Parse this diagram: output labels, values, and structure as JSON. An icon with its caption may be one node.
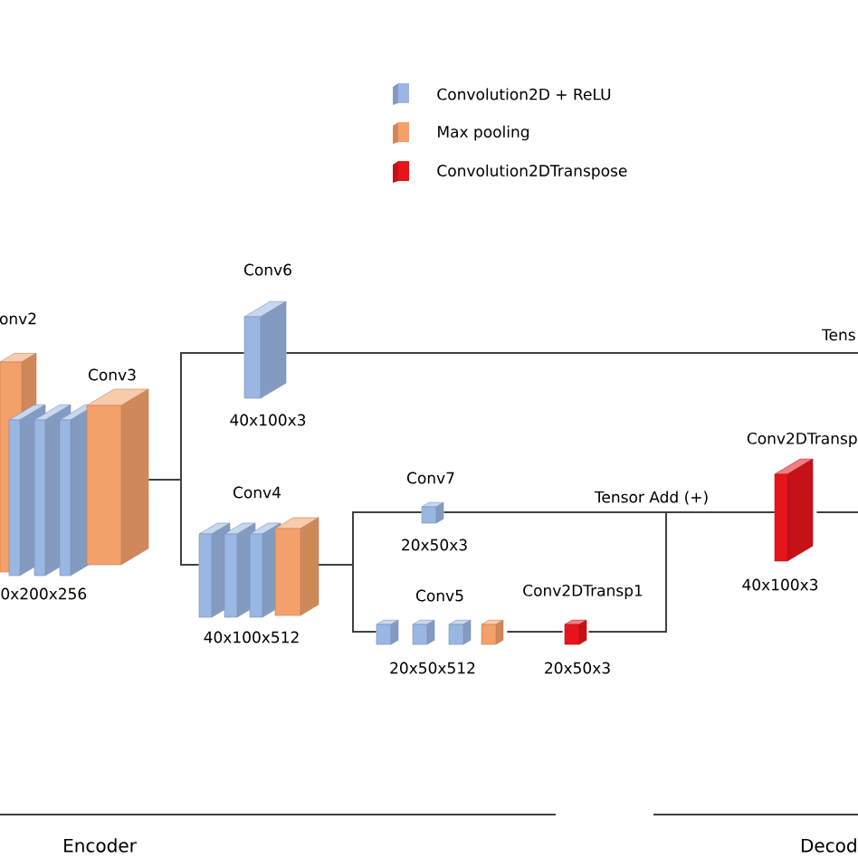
{
  "diagram": {
    "nodes": [
      {
        "text": [
          "onv2"
        ]
      },
      {
        "text": [
          "Conv3"
        ]
      },
      {
        "text": [
          "Conv6"
        ],
        "beside": [
          "40x100x3"
        ]
      },
      {
        "text": [
          "Conv4"
        ],
        "beside": [
          "40x100x512"
        ]
      },
      {
        "text": [
          "Conv7"
        ],
        "beside": [
          "20x50x3"
        ]
      },
      {
        "text": [
          "Conv5"
        ],
        "beside": [
          "20x50x512"
        ]
      },
      {
        "text": [
          "Conv2DTransp1"
        ],
        "beside": [
          "20x50x3"
        ]
      },
      {
        "text": [
          "Conv2DTransp"
        ],
        "beside": [
          "40x100x3"
        ]
      }
    ],
    "edges": [
      {
        "from": 1,
        "to": 2,
        "arrow": "none"
      },
      {
        "from": 1,
        "to": 3,
        "arrow": "none"
      },
      {
        "from": 3,
        "to": 4,
        "arrow": "none"
      },
      {
        "from": 3,
        "to": 5,
        "arrow": "none"
      },
      {
        "from": 5,
        "to": 6,
        "arrow": "none"
      },
      {
        "from": 4,
        "to": 7,
        "arrow": "none",
        "label": "Tensor Add (+)"
      },
      {
        "from": 6,
        "to": 7,
        "arrow": "none"
      },
      {
        "from": 2,
        "to": null,
        "arrow": "none",
        "label": "Tens"
      },
      {
        "from": 7,
        "to": null,
        "arrow": "none"
      }
    ],
    "labels": [
      "0x200x256",
      "Encoder",
      "Decod"
    ],
    "legend": [
      {
        "text": "Convolution2D + ReLU",
        "color": "#9ab6e2"
      },
      {
        "text": "Max pooling",
        "color": "#f4a06a"
      },
      {
        "text": "Convolution2DTranspose",
        "color": "#e8141c"
      }
    ]
  }
}
